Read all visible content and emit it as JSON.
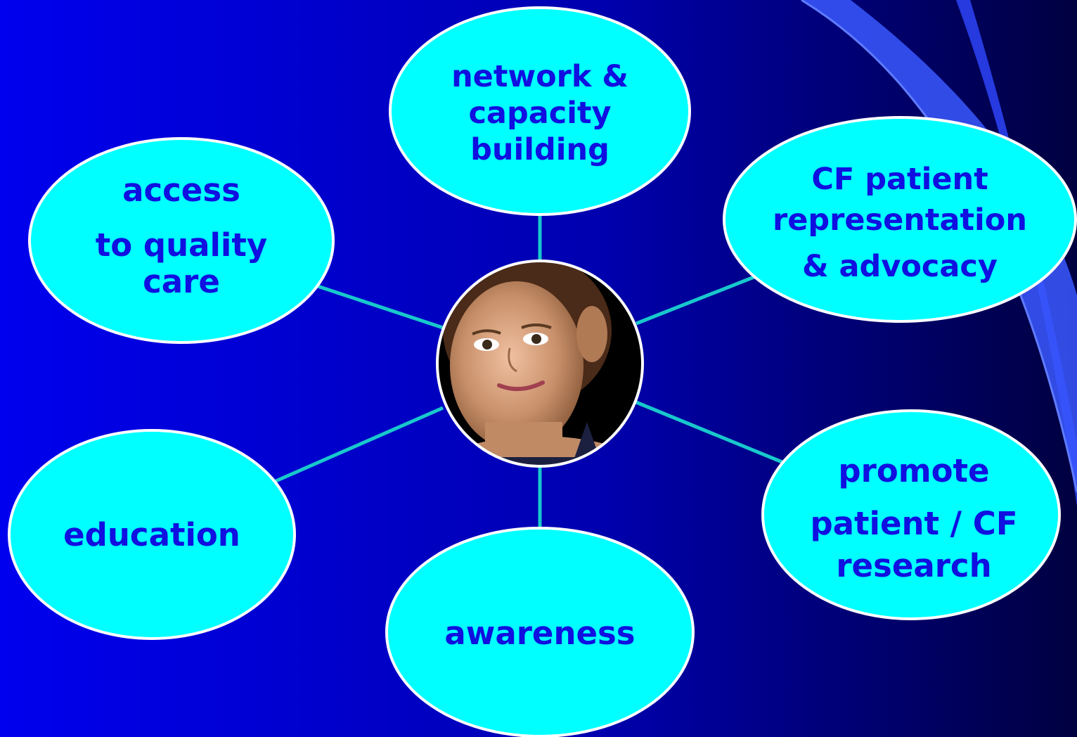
{
  "colors": {
    "bubble_fill": "#00ffff",
    "bubble_stroke": "#ffffff",
    "text": "#1010e0",
    "connector": "#18c8cc",
    "bg_left": "#0000ee",
    "bg_right": "#000044",
    "swoosh": "#3355ff"
  },
  "center": {
    "image_label": "portrait photo of a girl"
  },
  "nodes": [
    {
      "id": "network",
      "lines": [
        "network &",
        "capacity",
        "building"
      ]
    },
    {
      "id": "representation",
      "lines": [
        "CF patient",
        "representation",
        "& advocacy"
      ]
    },
    {
      "id": "research",
      "lines": [
        "promote",
        "patient / CF",
        "research"
      ]
    },
    {
      "id": "awareness",
      "lines": [
        "awareness"
      ]
    },
    {
      "id": "education",
      "lines": [
        "education"
      ]
    },
    {
      "id": "access",
      "lines": [
        "access",
        "to quality",
        "care"
      ]
    }
  ]
}
